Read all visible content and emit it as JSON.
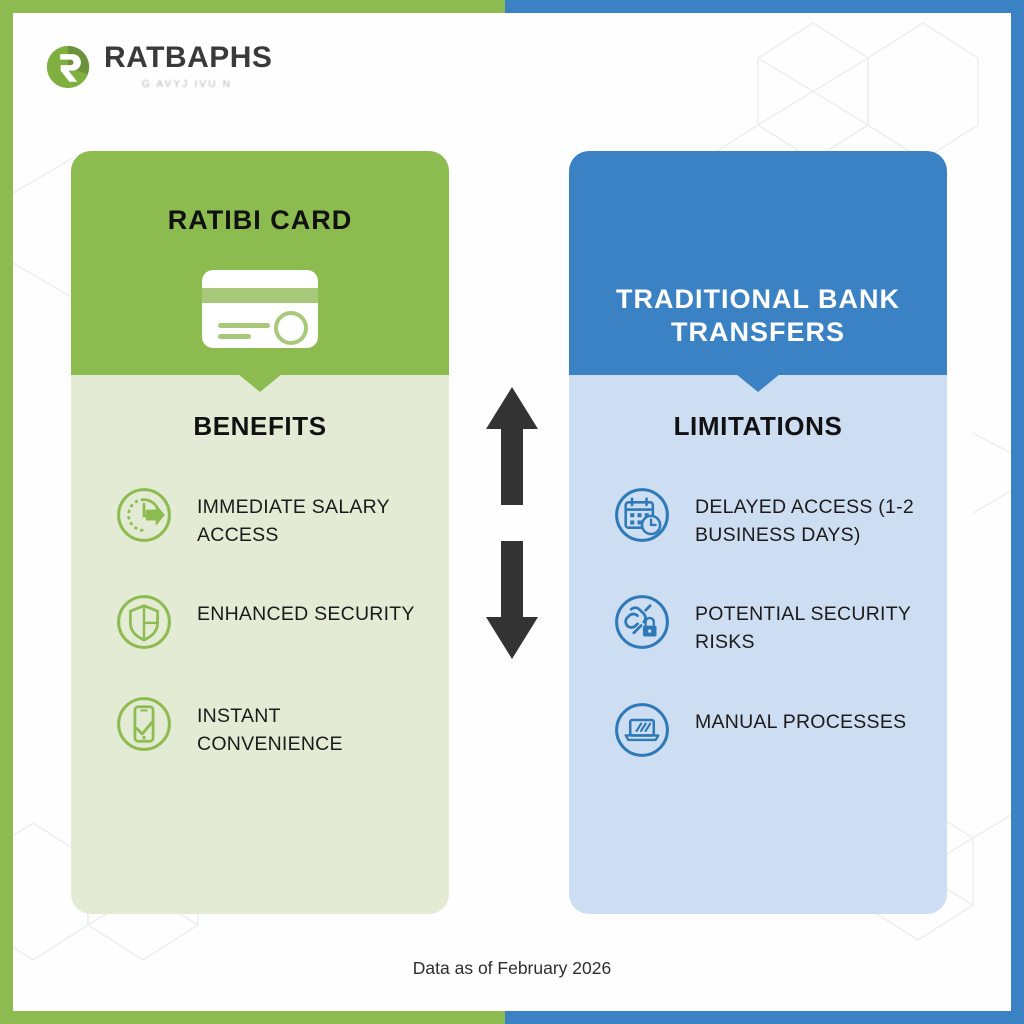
{
  "brand": {
    "name": "RATBAPHS",
    "tagline": "G AVYJ IVU N"
  },
  "colors": {
    "green_primary": "#8CBB4F",
    "green_light": "#E3EBD4",
    "blue_primary": "#3A82C4",
    "blue_light": "#CEDEF2",
    "arrow": "#333333"
  },
  "left_card": {
    "title": "RATIBI CARD",
    "header_icon": "credit-card-icon",
    "section_title": "BENEFITS",
    "items": [
      {
        "label": "IMMEDIATE SALARY ACCESS",
        "icon": "clock-arrow-icon"
      },
      {
        "label": "ENHANCED SECURITY",
        "icon": "shield-icon"
      },
      {
        "label": "INSTANT CONVENIENCE",
        "icon": "mobile-check-icon"
      }
    ]
  },
  "right_card": {
    "title": "TRADITIONAL BANK TRANSFERS",
    "section_title": "LIMITATIONS",
    "items": [
      {
        "label": "DELAYED ACCESS (1-2 BUSINESS DAYS)",
        "icon": "calendar-clock-icon"
      },
      {
        "label": "POTENTIAL SECURITY RISKS",
        "icon": "broken-chain-lock-icon"
      },
      {
        "label": "MANUAL PROCESSES",
        "icon": "laptop-icon"
      }
    ]
  },
  "center": {
    "arrow_up_icon": "arrow-up-icon",
    "arrow_down_icon": "arrow-down-icon"
  },
  "footer": {
    "note": "Data as of February 2026"
  }
}
